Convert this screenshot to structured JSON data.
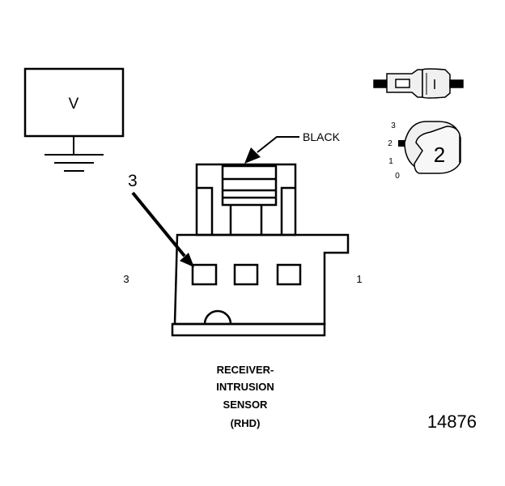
{
  "meter": {
    "label": "V"
  },
  "connector": {
    "color_label": "BLACK",
    "callout_number": "3",
    "left_terminal": "3",
    "right_terminal": "1"
  },
  "component": {
    "name_lines": [
      "RECEIVER-",
      "INTRUSION",
      "SENSOR",
      "(RHD)"
    ]
  },
  "selector": {
    "positions": [
      "3",
      "2",
      "1",
      "0"
    ],
    "setting": "2"
  },
  "figure_id": "14876",
  "colors": {
    "line": "#000000",
    "background": "#ffffff",
    "probe_fill": "#f0f0f0"
  }
}
